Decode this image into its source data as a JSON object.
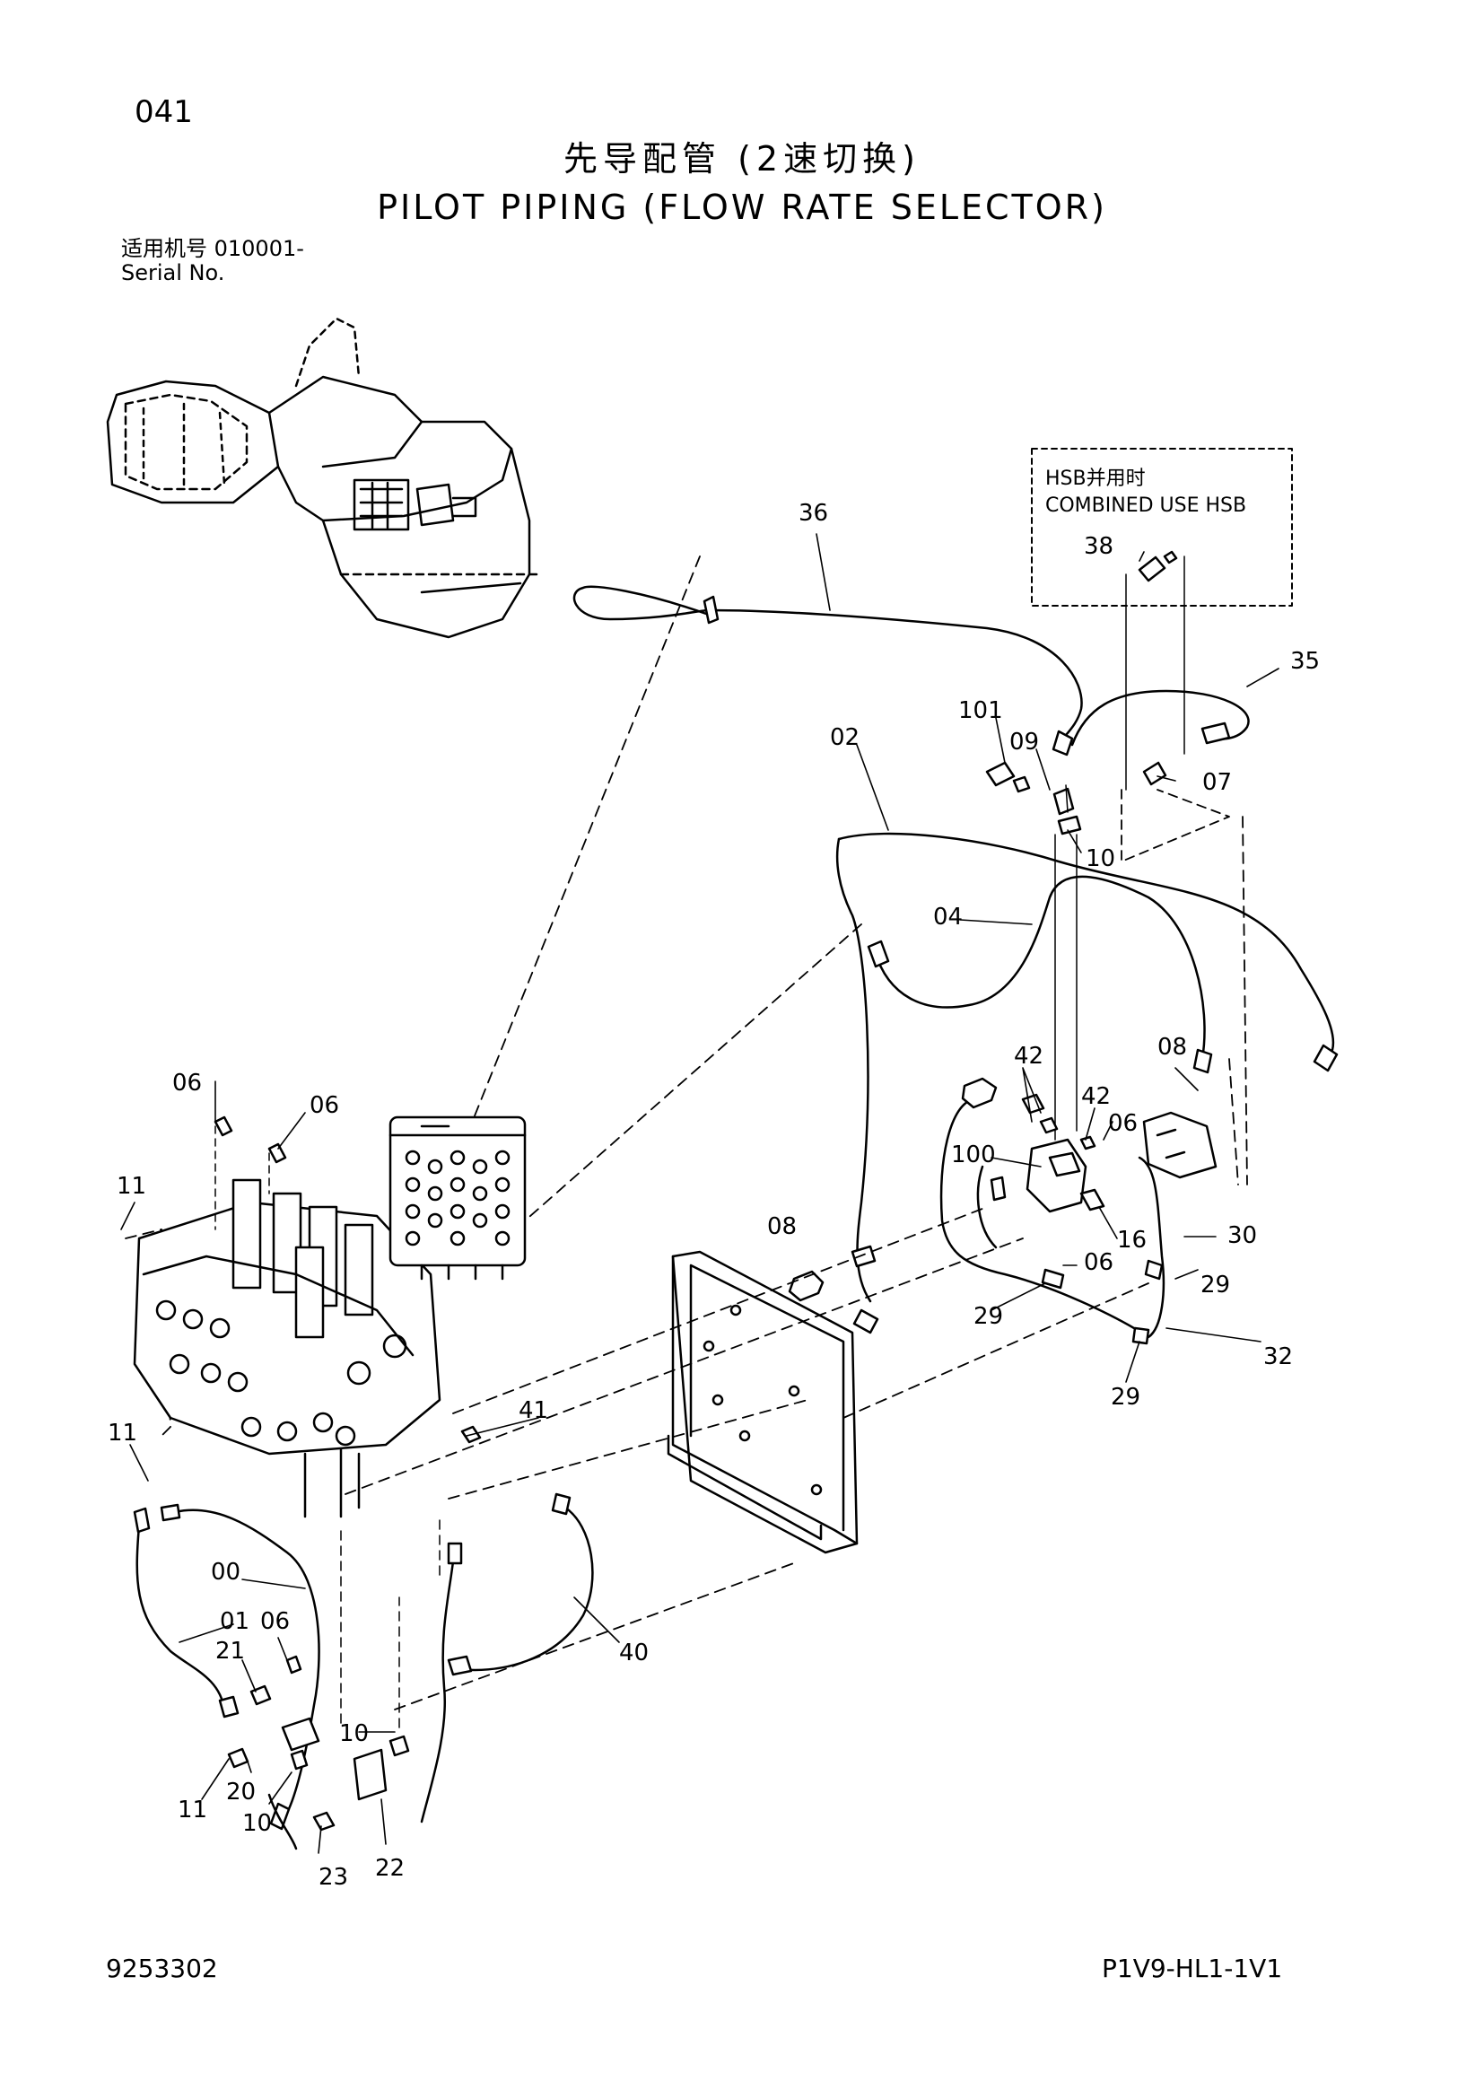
{
  "header": {
    "page_number": "041",
    "title_cn": "先导配管 (2速切换)",
    "title_en": "PILOT PIPING (FLOW RATE SELECTOR)",
    "serial_label_cn": "适用机号 010001-",
    "serial_label_en": "Serial No."
  },
  "note_box": {
    "line1": "HSB并用时",
    "line2": "COMBINED USE HSB"
  },
  "callouts": [
    {
      "id": "c36",
      "text": "36"
    },
    {
      "id": "c38",
      "text": "38"
    },
    {
      "id": "c35",
      "text": "35"
    },
    {
      "id": "c101",
      "text": "101"
    },
    {
      "id": "c09",
      "text": "09"
    },
    {
      "id": "c07",
      "text": "07"
    },
    {
      "id": "c02",
      "text": "02"
    },
    {
      "id": "c10a",
      "text": "10"
    },
    {
      "id": "c04",
      "text": "04"
    },
    {
      "id": "c08a",
      "text": "08"
    },
    {
      "id": "c42a",
      "text": "42"
    },
    {
      "id": "c42b",
      "text": "42"
    },
    {
      "id": "c06a",
      "text": "06"
    },
    {
      "id": "c06b",
      "text": "06"
    },
    {
      "id": "c06c",
      "text": "06"
    },
    {
      "id": "c100",
      "text": "100"
    },
    {
      "id": "c11a",
      "text": "11"
    },
    {
      "id": "c08b",
      "text": "08"
    },
    {
      "id": "c16",
      "text": "16"
    },
    {
      "id": "c30",
      "text": "30"
    },
    {
      "id": "c06d",
      "text": "06"
    },
    {
      "id": "c29a",
      "text": "29"
    },
    {
      "id": "c29b",
      "text": "29"
    },
    {
      "id": "c32",
      "text": "32"
    },
    {
      "id": "c29c",
      "text": "29"
    },
    {
      "id": "c41",
      "text": "41"
    },
    {
      "id": "c11b",
      "text": "11"
    },
    {
      "id": "c00",
      "text": "00"
    },
    {
      "id": "c40",
      "text": "40"
    },
    {
      "id": "c01",
      "text": "01"
    },
    {
      "id": "c06e",
      "text": "06"
    },
    {
      "id": "c21",
      "text": "21"
    },
    {
      "id": "c10b",
      "text": "10"
    },
    {
      "id": "c20",
      "text": "20"
    },
    {
      "id": "c11c",
      "text": "11"
    },
    {
      "id": "c10c",
      "text": "10"
    },
    {
      "id": "c22",
      "text": "22"
    },
    {
      "id": "c23",
      "text": "23"
    }
  ],
  "footer": {
    "doc_code": "9253302",
    "ref_code": "P1V9-HL1-1V1"
  }
}
